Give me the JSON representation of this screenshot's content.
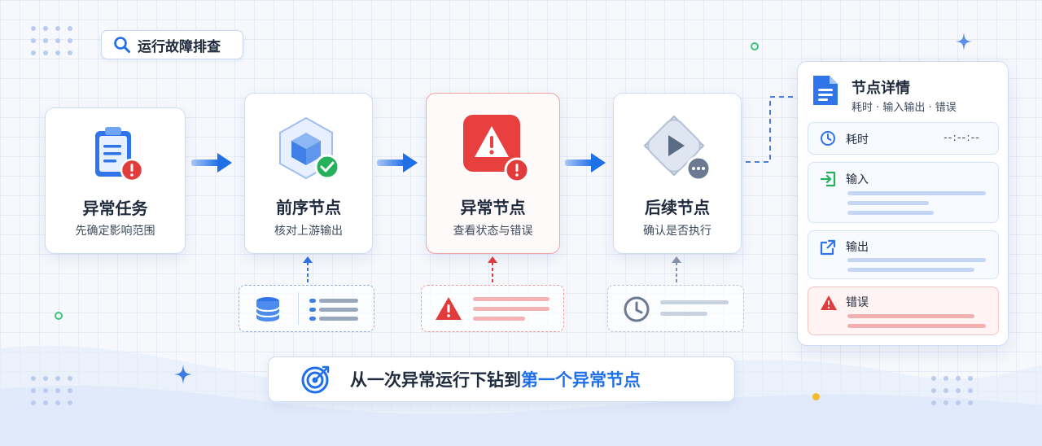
{
  "search_pill": {
    "label": "运行故障排查",
    "icon": "search-icon"
  },
  "nodes": [
    {
      "title": "异常任务",
      "subtitle": "先确定影响范围",
      "icon": "clipboard-icon",
      "badge": "error"
    },
    {
      "title": "前序节点",
      "subtitle": "核对上游输出",
      "icon": "cube-icon",
      "badge": "success"
    },
    {
      "title": "异常节点",
      "subtitle": "查看状态与错误",
      "icon": "warning-icon",
      "badge": "error"
    },
    {
      "title": "后续节点",
      "subtitle": "确认是否执行",
      "icon": "play-icon",
      "badge": "more"
    }
  ],
  "detail_panel": {
    "title": "节点详情",
    "subtitle": "耗时 · 输入输出 · 错误",
    "rows": [
      {
        "label": "耗时",
        "value": "--:--:--",
        "icon": "clock-icon"
      },
      {
        "label": "输入",
        "icon": "input-icon"
      },
      {
        "label": "输出",
        "icon": "output-icon"
      },
      {
        "label": "错误",
        "icon": "warning-icon"
      }
    ]
  },
  "banner": {
    "text_plain": "从一次异常运行下钻到",
    "text_highlight": "第一个异常节点",
    "icon": "target-icon"
  },
  "colors": {
    "accent": "#1f6fe8",
    "error": "#e23b3b",
    "success": "#25b05b",
    "neutral": "#6b7a92"
  }
}
